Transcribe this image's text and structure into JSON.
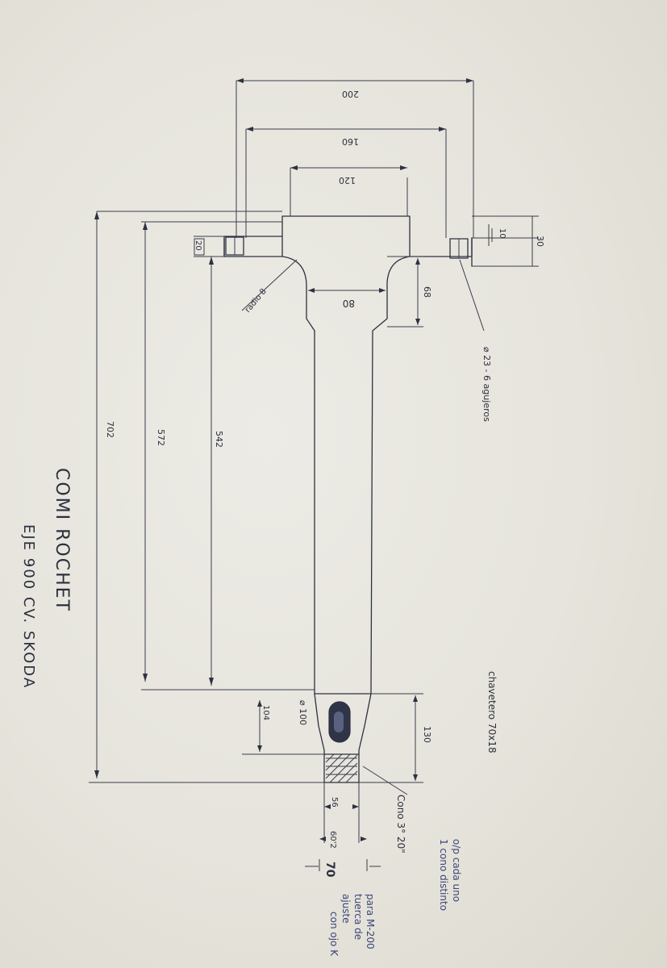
{
  "drawing": {
    "dims": {
      "d200": "200",
      "d160": "160",
      "d120": "120",
      "d30": "30",
      "d10": "10",
      "d68": "68",
      "d80": "80",
      "d20": "20",
      "radio": "radio 8",
      "d542": "542",
      "d572": "572",
      "d702": "702",
      "d130": "130",
      "d100": "⌀ 100",
      "d104": "104",
      "d56": "56",
      "d602": "60'2"
    },
    "notes": {
      "holes": "⌀ 23 - 6 agujeros",
      "keyway": "chavetero 70x18",
      "cone": "Cono 3° 20\"",
      "rosca_num": "70",
      "blue_note_1": "para M-200",
      "blue_note_2": "tuerca de",
      "blue_note_3": "ajuste",
      "blue_note_4": "con ojo K",
      "corner_note_1": "o/p cada uno",
      "corner_note_2": "1 cono distinto"
    },
    "title": {
      "line1": "COMI  ROCHET",
      "line2": "EJE 900 CV.  SKODA"
    },
    "colors": {
      "ink": "#2e3140",
      "blue_ink": "#3a4678",
      "paper": "#e6e4dc"
    }
  }
}
